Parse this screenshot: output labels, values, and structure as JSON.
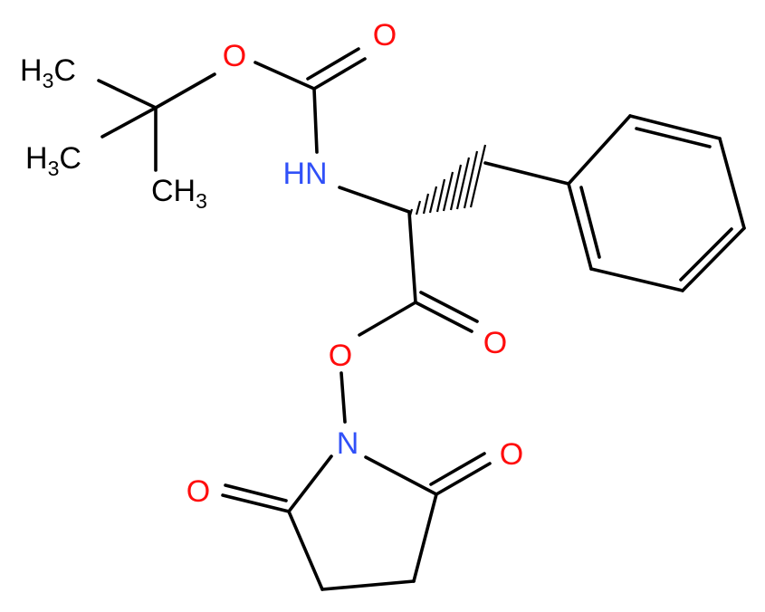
{
  "colors": {
    "bond": "#000000",
    "carbon": "#000000",
    "oxygen": "#ff0d0d",
    "nitrogen": "#3050f8"
  },
  "atoms": {
    "o_carbonyl_boc": "O",
    "o_ether_boc": "O",
    "methyl_1": {
      "main": "H",
      "sub": "3",
      "tail": "C"
    },
    "methyl_2": {
      "main": "H",
      "sub": "3",
      "tail": "C"
    },
    "methyl_3": {
      "main": "CH",
      "sub": "3"
    },
    "nh": "HN",
    "o_ester_carbonyl": "O",
    "o_ester_link": "O",
    "n_succinimide": "N",
    "o_succ_left": "O",
    "o_succ_right": "O"
  }
}
